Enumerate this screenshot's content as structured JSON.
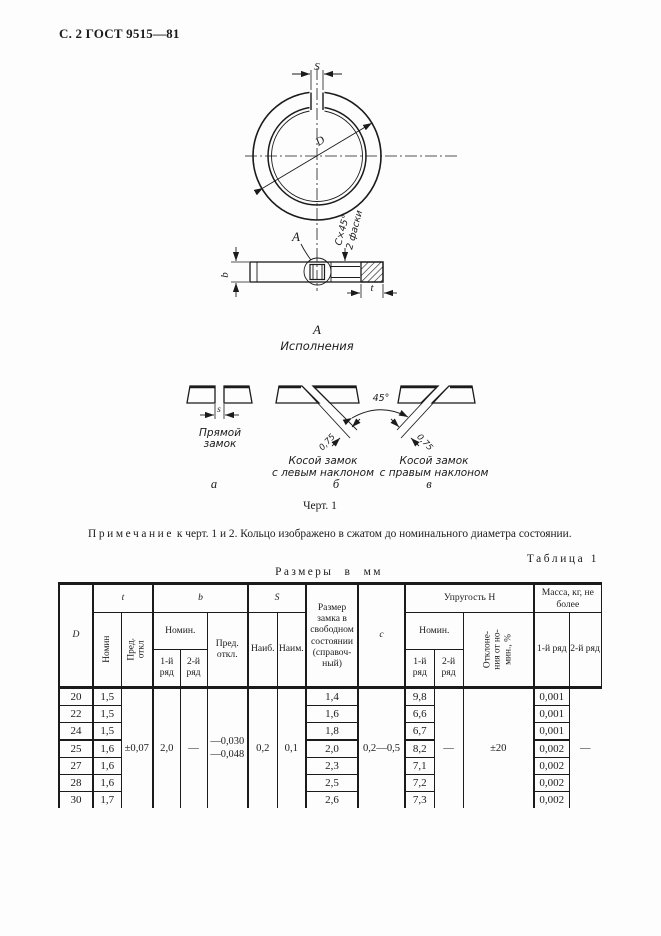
{
  "page": {
    "header": "С. 2 ГОСТ 9515—81"
  },
  "figure": {
    "caption": "Черт. 1",
    "ring": {
      "dim_s": "S",
      "dim_d": "D"
    },
    "section": {
      "view_label": "А",
      "dim_b": "b",
      "dim_t": "t",
      "chamfer_line1": "С×45°",
      "chamfer_line2": "2 фаски"
    },
    "executions": {
      "view_letter": "А",
      "title": "Исполнения",
      "angle": "45°",
      "variant_a": {
        "dim": "s",
        "label1": "Прямой",
        "label2": "замок",
        "letter": "а"
      },
      "variant_b": {
        "dim": "0,75",
        "label1": "Косой замок",
        "label2": "с левым наклоном",
        "letter": "б"
      },
      "variant_v": {
        "dim": "0,75",
        "label1": "Косой замок",
        "label2": "с правым наклоном",
        "letter": "в"
      }
    }
  },
  "note": {
    "label": "Примечание",
    "text": " к черт. 1 и 2. Кольцо изображено в сжатом до номинального диаметра состоянии."
  },
  "table": {
    "label": "Таблица 1",
    "units": "Размеры в мм",
    "headers": {
      "d": "D",
      "t": "t",
      "t_nominal": "Номин",
      "t_dev_lines": [
        "Пред.",
        "откл"
      ],
      "b": "b",
      "nominal": "Номин.",
      "row1": "1-й ряд",
      "row2": "2-й ряд",
      "b_deviation": "Пред. откл.",
      "s": "S",
      "s_max": "Наиб.",
      "s_min": "Наим.",
      "gap_free": "Размер замка в свободном состоянии (справоч­ный)",
      "c": "с",
      "elasticity": "Упругость Н",
      "el_row1": "1-й ряд",
      "el_row2": "2-й ряд",
      "deviation_lines": [
        "Отклоне-",
        "ния от но-",
        "мин., %"
      ],
      "mass": "Масса, кг, не более",
      "mass_row1": "1-й ряд",
      "mass_row2": "2-й ряд"
    },
    "merged": {
      "t_dev": "±0,07",
      "b_row1": "2,0",
      "b_row2": "—",
      "b_dev_line1": "—0,030",
      "b_dev_line2": "—0,048",
      "s_max": "0,2",
      "s_min": "0,1",
      "c": "0,2—0,5",
      "el_row2": "—",
      "el_dev": "±20",
      "mass_row2": "—"
    },
    "rows": [
      {
        "d": "20",
        "t": "1,5",
        "gap": "1,4",
        "el": "9,8",
        "mass": "0,001"
      },
      {
        "d": "22",
        "t": "1,5",
        "gap": "1,6",
        "el": "6,6",
        "mass": "0,001"
      },
      {
        "d": "24",
        "t": "1,5",
        "gap": "1,8",
        "el": "6,7",
        "mass": "0,001"
      },
      {
        "d": "25",
        "t": "1,6",
        "gap": "2,0",
        "el": "8,2",
        "mass": "0,002"
      },
      {
        "d": "27",
        "t": "1,6",
        "gap": "2,3",
        "el": "7,1",
        "mass": "0,002"
      },
      {
        "d": "28",
        "t": "1,6",
        "gap": "2,5",
        "el": "7,2",
        "mass": "0,002"
      },
      {
        "d": "30",
        "t": "1,7",
        "gap": "2,6",
        "el": "7,3",
        "mass": "0,002"
      }
    ]
  }
}
